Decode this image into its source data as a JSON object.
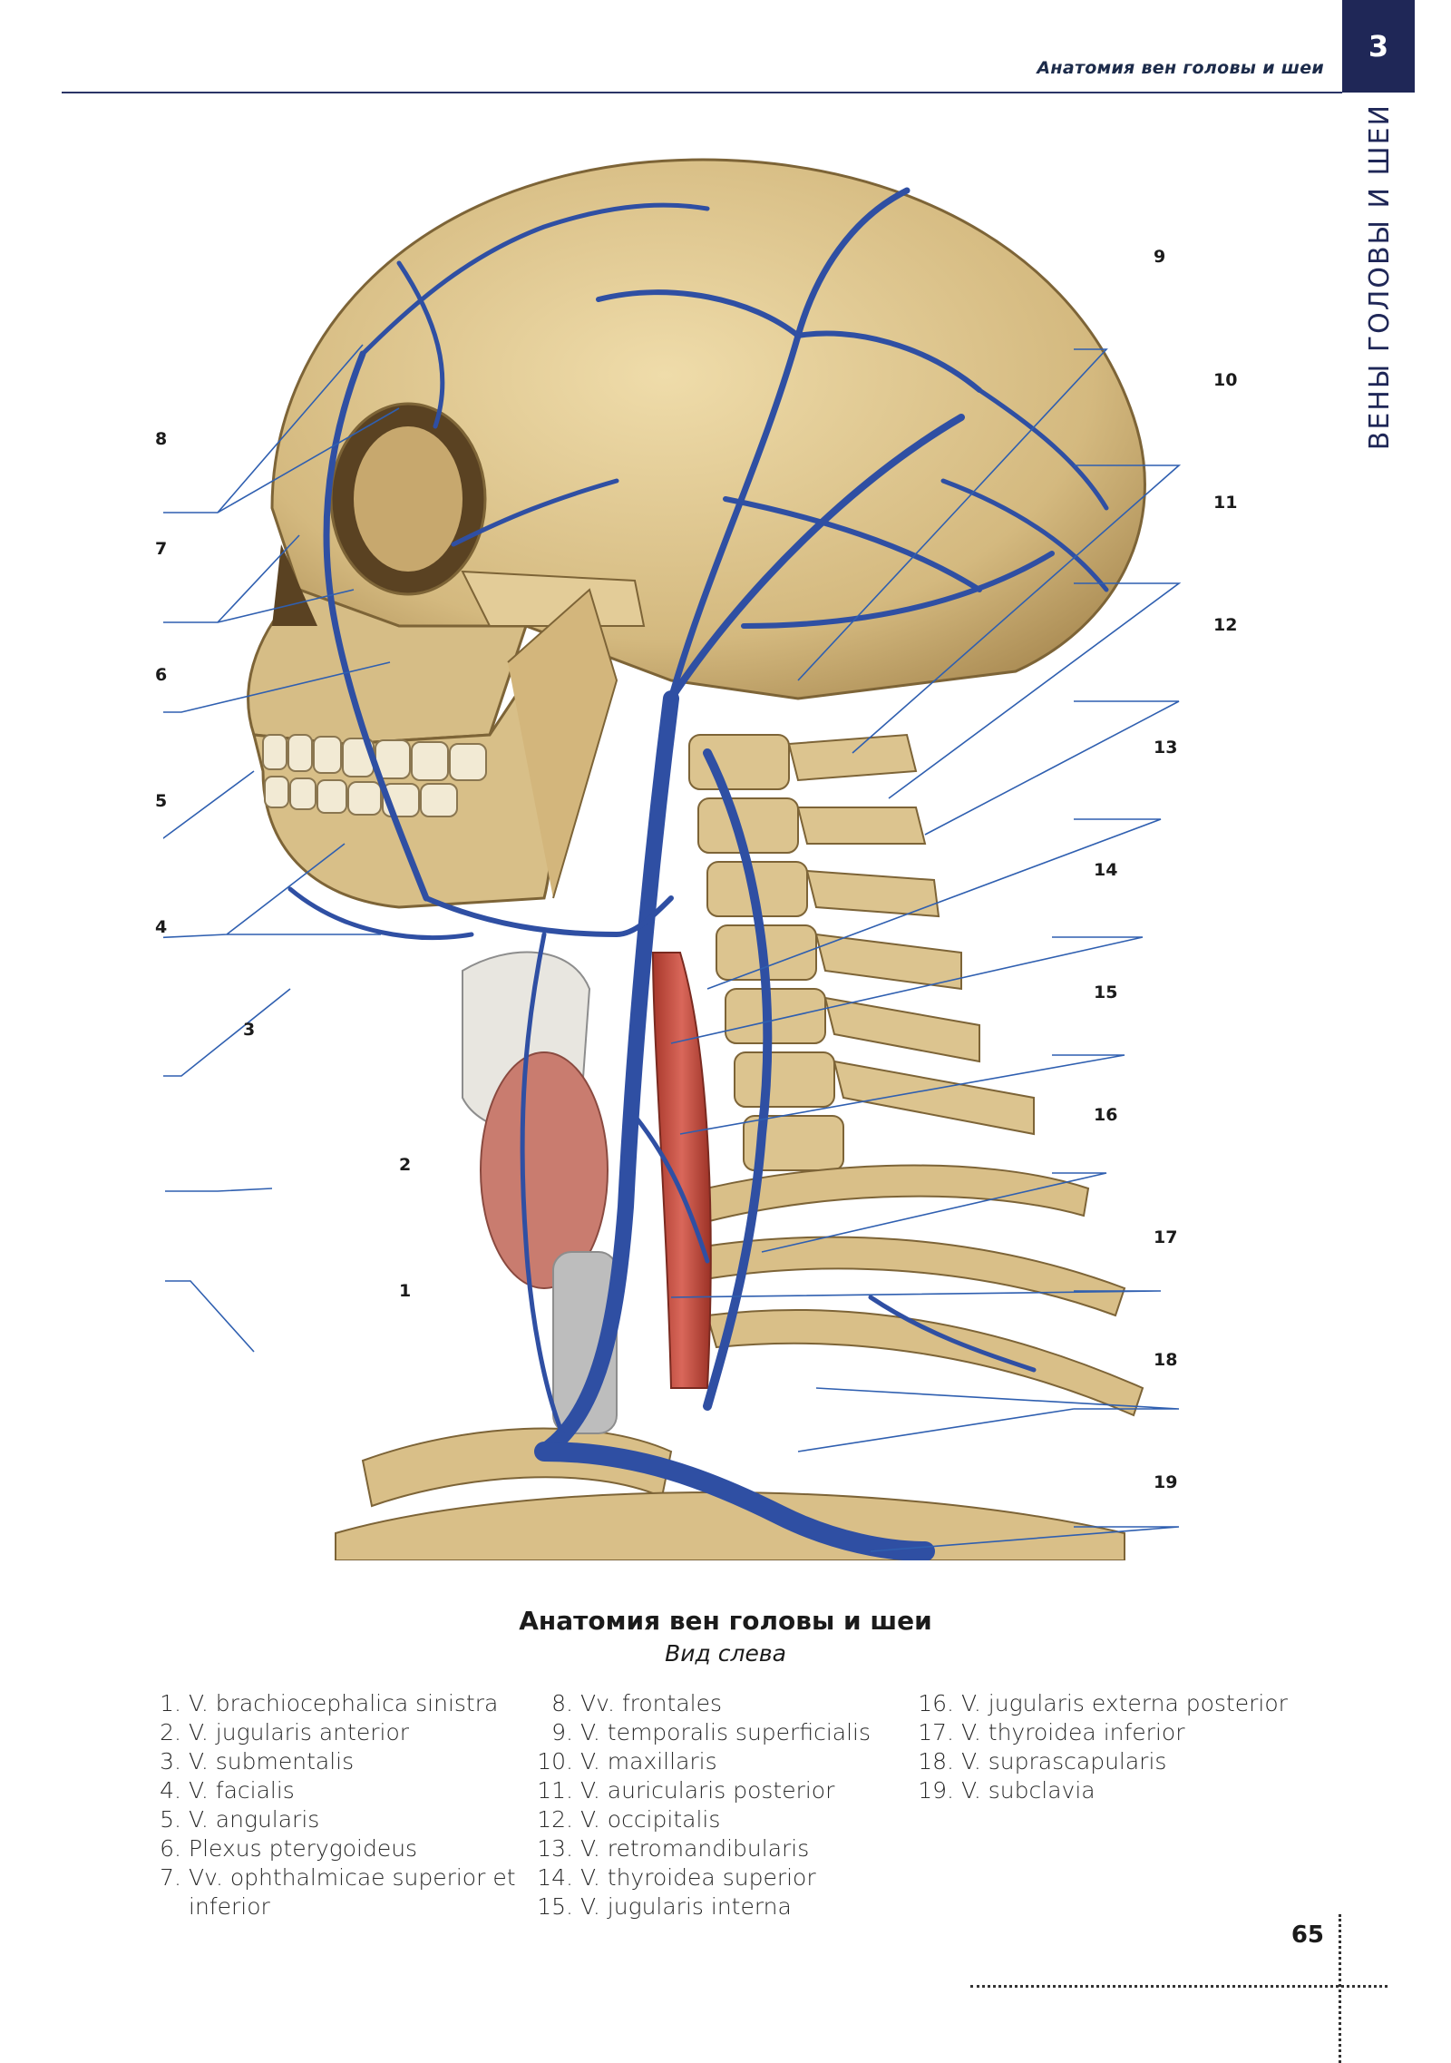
{
  "header": {
    "running_title": "Анатомия вен головы и шеи",
    "chapter_number": "3",
    "side_title": "ВЕНЫ ГОЛОВЫ И ШЕИ"
  },
  "figure": {
    "callouts": [
      "1",
      "2",
      "3",
      "4",
      "5",
      "6",
      "7",
      "8",
      "9",
      "10",
      "11",
      "12",
      "13",
      "14",
      "15",
      "16",
      "17",
      "18",
      "19"
    ]
  },
  "caption": {
    "title": "Анатомия вен головы и шеи",
    "subtitle": "Вид слева"
  },
  "legend": {
    "col1": [
      {
        "num": "1.",
        "text": "V. brachiocephalica sinistra"
      },
      {
        "num": "2.",
        "text": "V. jugularis anterior"
      },
      {
        "num": "3.",
        "text": "V. submentalis"
      },
      {
        "num": "4.",
        "text": "V. facialis"
      },
      {
        "num": "5.",
        "text": "V. angularis"
      },
      {
        "num": "6.",
        "text": "Plexus pterygoideus"
      },
      {
        "num": "7.",
        "text": "Vv. ophthalmicae superior et"
      },
      {
        "num": "",
        "text": "inferior"
      }
    ],
    "col2": [
      {
        "num": "8.",
        "text": "Vv. frontales"
      },
      {
        "num": "9.",
        "text": "V. temporalis superficialis"
      },
      {
        "num": "10.",
        "text": "V. maxillaris"
      },
      {
        "num": "11.",
        "text": "V. auricularis posterior"
      },
      {
        "num": "12.",
        "text": "V. occipitalis"
      },
      {
        "num": "13.",
        "text": "V. retromandibularis"
      },
      {
        "num": "14.",
        "text": "V. thyroidea superior"
      },
      {
        "num": "15.",
        "text": "V. jugularis interna"
      }
    ],
    "col3": [
      {
        "num": "16.",
        "text": "V. jugularis externa posterior"
      },
      {
        "num": "17.",
        "text": "V. thyroidea inferior"
      },
      {
        "num": "18.",
        "text": "V. suprascapularis"
      },
      {
        "num": "19.",
        "text": "V. subclavia"
      }
    ]
  },
  "footer": {
    "page_number": "65"
  },
  "colors": {
    "accent": "#1f2757",
    "bone": "#d9c38e",
    "vein": "#2f4fa3",
    "muscle": "#c24a3a"
  }
}
